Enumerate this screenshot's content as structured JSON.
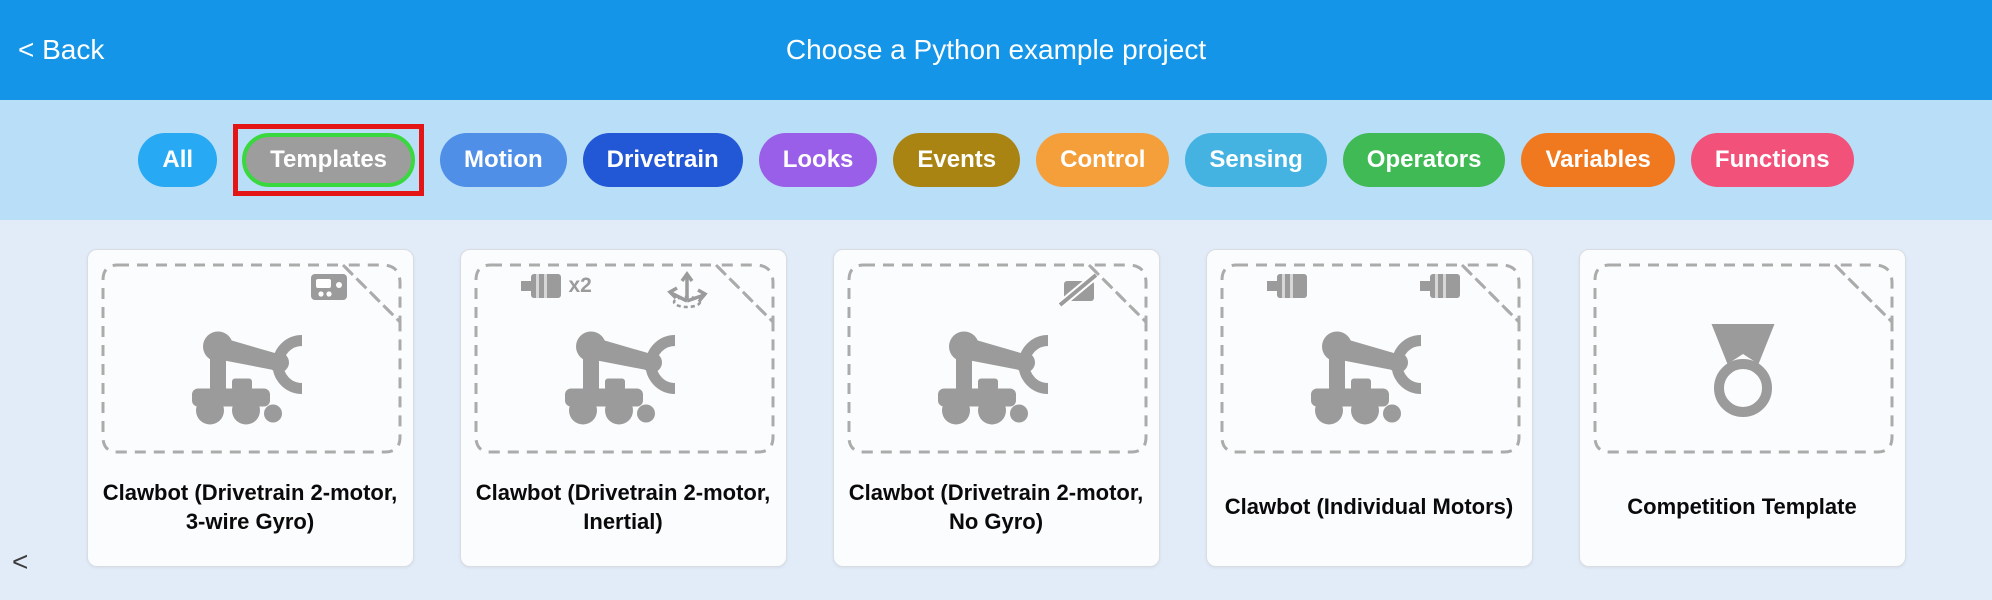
{
  "theme": {
    "header_bg": "#1495e8",
    "filterbar_bg": "#b9def8",
    "content_bg": "#e2ecf8",
    "annotation_color": "#e31515",
    "selected_ring_color": "#39d83e",
    "icon_gray": "#9b9b9b"
  },
  "header": {
    "back_label": "< Back",
    "title": "Choose a Python example project"
  },
  "filters": [
    {
      "label": "All",
      "color": "#27a9f3"
    },
    {
      "label": "Templates",
      "color": "#9d9d9d",
      "highlighted": true
    },
    {
      "label": "Motion",
      "color": "#4f8fe8"
    },
    {
      "label": "Drivetrain",
      "color": "#2257d6"
    },
    {
      "label": "Looks",
      "color": "#9a5fe8"
    },
    {
      "label": "Events",
      "color": "#a98413"
    },
    {
      "label": "Control",
      "color": "#f59f3b"
    },
    {
      "label": "Sensing",
      "color": "#44b3e1"
    },
    {
      "label": "Operators",
      "color": "#3fba55"
    },
    {
      "label": "Variables",
      "color": "#f0781e"
    },
    {
      "label": "Functions",
      "color": "#f25179"
    }
  ],
  "annotation": {
    "type": "highlight-box",
    "target": "Templates"
  },
  "cards": [
    {
      "title": "Clawbot (Drivetrain 2-motor, 3-wire Gyro)"
    },
    {
      "title": "Clawbot (Drivetrain 2-motor, Inertial)",
      "badge_text": "x2"
    },
    {
      "title": "Clawbot (Drivetrain 2-motor, No Gyro)"
    },
    {
      "title": "Clawbot (Individual Motors)"
    },
    {
      "title": "Competition Template"
    }
  ],
  "content": {
    "scroll_left_glyph": "<"
  }
}
